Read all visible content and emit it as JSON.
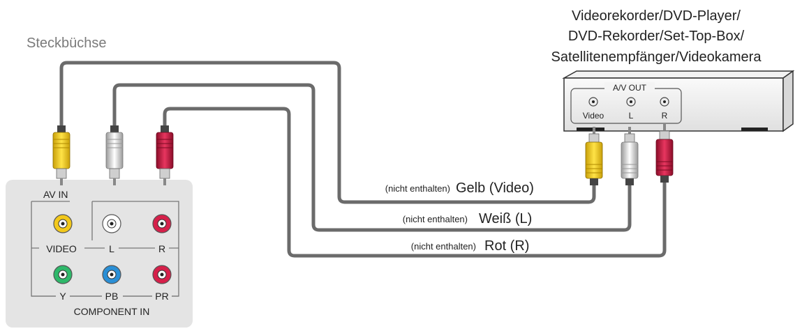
{
  "source_label": "Steckbüchse",
  "device_label_lines": [
    "Videorekorder/DVD-Player/",
    "DVD-Rekorder/Set-Top-Box/",
    "Satellitenempfänger/Videokamera"
  ],
  "tv_panel": {
    "av_in_label": "AV IN",
    "video_label": "VIDEO",
    "l_label": "L",
    "r_label": "R",
    "y_label": "Y",
    "pb_label": "PB",
    "pr_label": "PR",
    "component_label": "COMPONENT IN"
  },
  "device_panel": {
    "av_out_label": "A/V OUT",
    "video_label": "Video",
    "l_label": "L",
    "r_label": "R"
  },
  "cables": [
    {
      "note": "(nicht enthalten)",
      "label": "Gelb (Video)",
      "color": "#f2d21b"
    },
    {
      "note": "(nicht enthalten)",
      "label": "Weiß (L)",
      "color": "#e8e8e8"
    },
    {
      "note": "(nicht enthalten)",
      "label": "Rot (R)",
      "color": "#c8183f"
    }
  ],
  "colors": {
    "cable": "#6b6b6b",
    "panel_bg": "#e4e4e4",
    "jack_yellow": "#f2c81b",
    "jack_white": "#ffffff",
    "jack_red": "#d6204a",
    "jack_green": "#2eb86a",
    "jack_blue": "#2a8fd6",
    "jack_pink": "#d6204a"
  }
}
